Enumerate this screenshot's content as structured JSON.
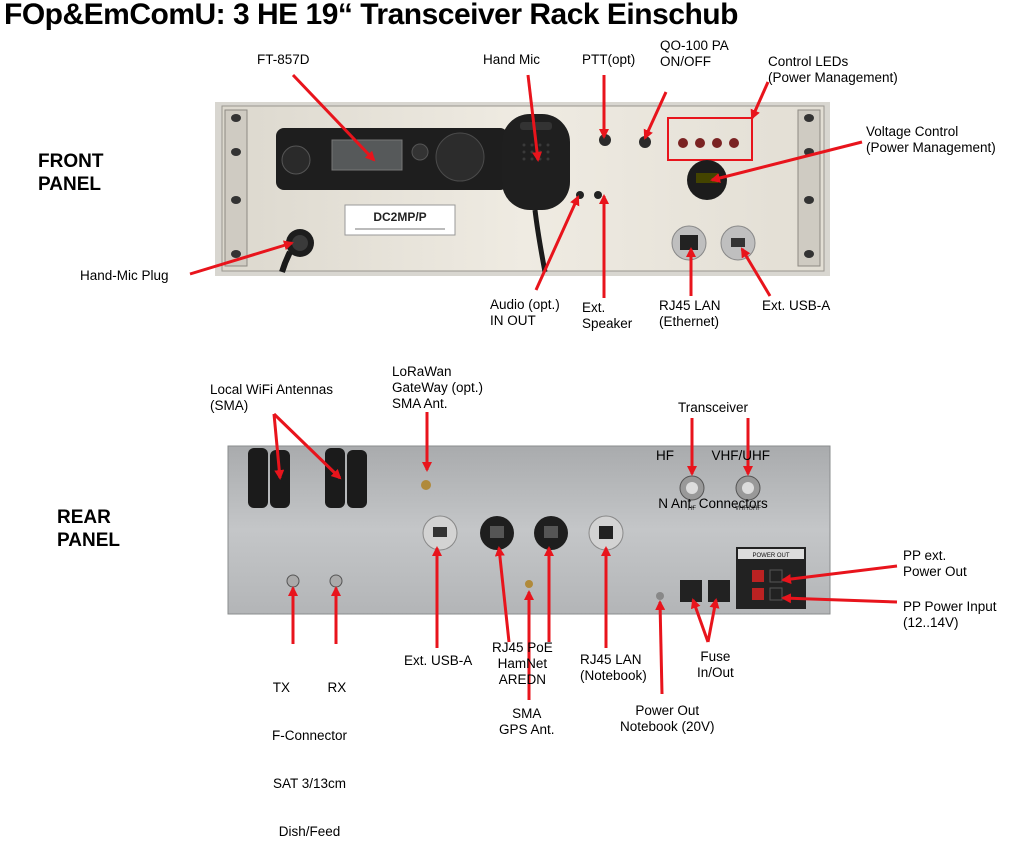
{
  "title": "FOp&EmComU: 3 HE 19“ Transceiver Rack Einschub",
  "sections": {
    "front": [
      "FRONT",
      "PANEL"
    ],
    "rear": [
      "REAR",
      "PANEL"
    ]
  },
  "front_labels": {
    "ft857": "FT-857D",
    "hand_mic": "Hand Mic",
    "ptt": "PTT(opt)",
    "qo100": [
      "QO-100  PA",
      "ON/OFF"
    ],
    "control_leds": [
      "Control LEDs",
      "(Power Management)"
    ],
    "voltage_control": [
      "Voltage Control",
      "(Power Management)"
    ],
    "hand_mic_plug": "Hand-Mic  Plug",
    "audio": [
      "Audio (opt.)",
      "IN   OUT"
    ],
    "ext_speaker": [
      "Ext.",
      "Speaker"
    ],
    "rj45_lan": [
      "RJ45  LAN",
      "(Ethernet)"
    ],
    "ext_usb": "Ext. USB-A"
  },
  "rear_labels": {
    "wifi": [
      "Local WiFi Antennas",
      "(SMA)"
    ],
    "lorawan": [
      "LoRaWan",
      "GateWay (opt.)",
      "SMA Ant."
    ],
    "transceiver": [
      "Transceiver",
      "HF          VHF/UHF",
      "N Ant. Connectors"
    ],
    "pp_ext": [
      "PP ext.",
      "Power Out"
    ],
    "pp_input": [
      "PP  Power Input",
      "(12..14V)"
    ],
    "tx_rx": [
      "TX          RX",
      "F-Connector",
      "SAT 3/13cm",
      "Dish/Feed"
    ],
    "ext_usb": "Ext. USB-A",
    "rj45_poe": [
      "RJ45  PoE",
      "HamNet",
      "AREDN"
    ],
    "sma_gps": [
      "SMA",
      "GPS Ant."
    ],
    "rj45_notebook": [
      "RJ45  LAN",
      "(Notebook)"
    ],
    "fuse": [
      "Fuse",
      "In/Out"
    ],
    "power_out": [
      "Power Out",
      "Notebook (20V)"
    ]
  },
  "panel_text": {
    "callsign": "DC2MP/P",
    "rear_power_block": "POWER OUT",
    "hf_tag": "HF",
    "vhf_tag": "VHF/UHF"
  },
  "colors": {
    "arrow": "#e8141c",
    "front_panel": "#eae6dc",
    "rear_panel": "#b9bbbd"
  }
}
